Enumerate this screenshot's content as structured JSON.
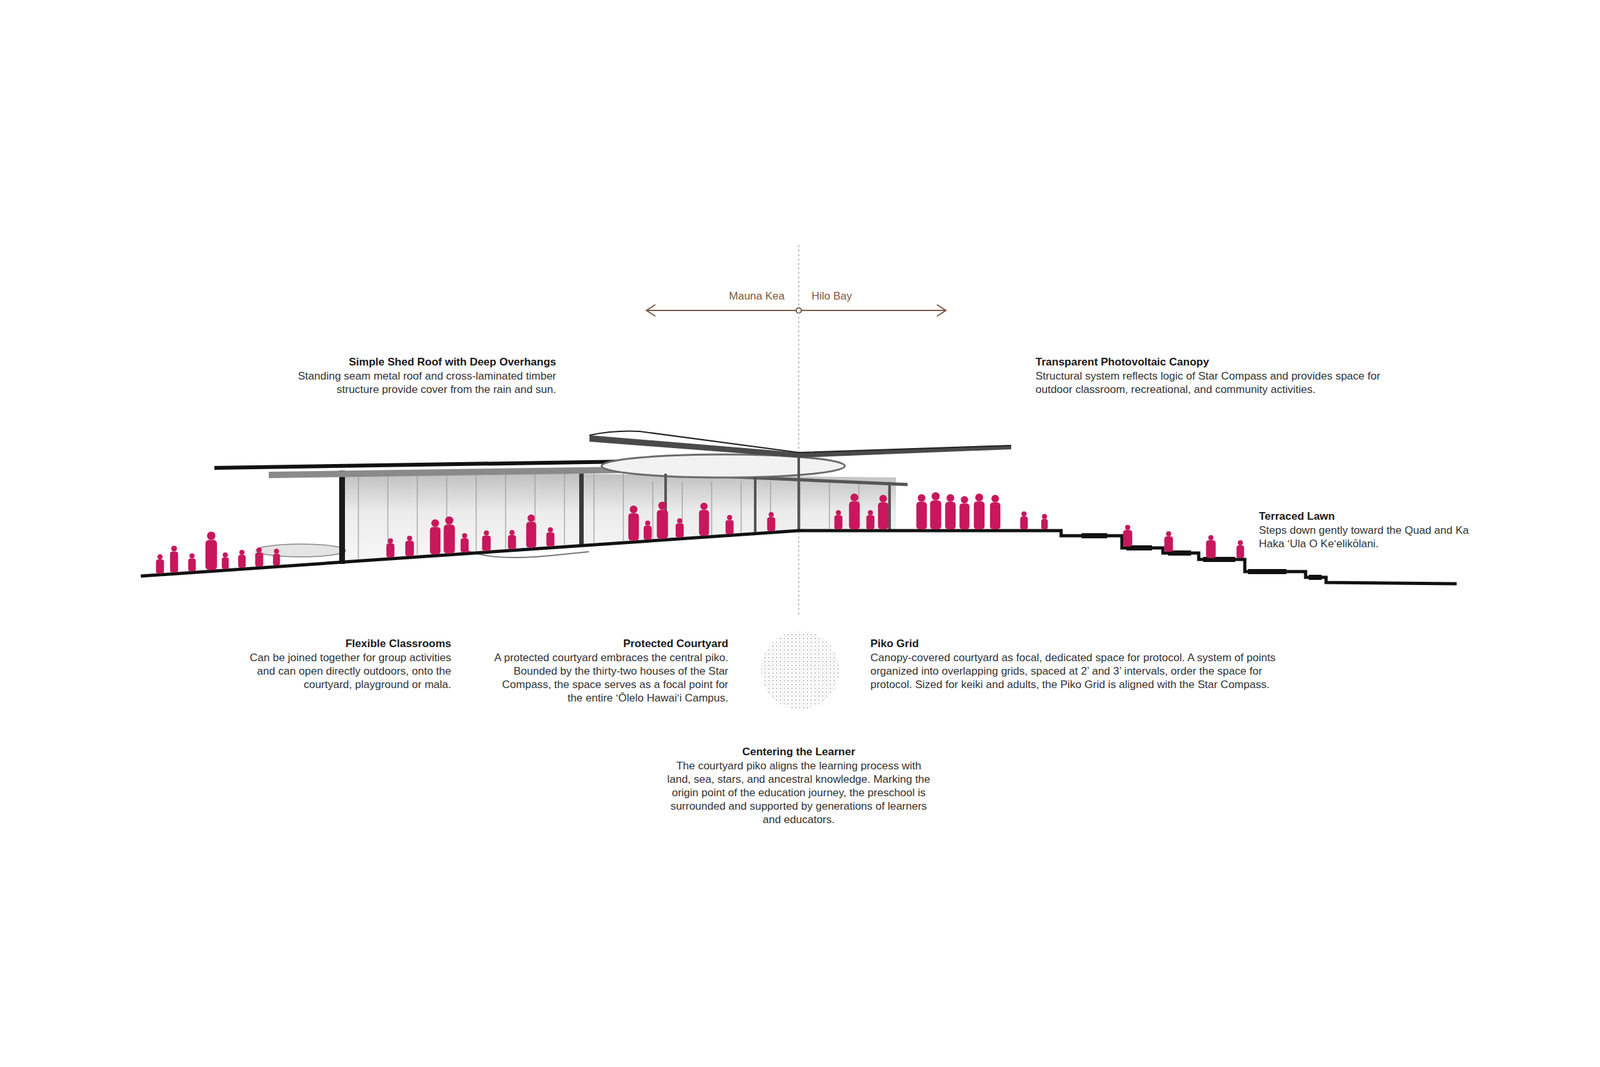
{
  "diagram": {
    "labels": [
      "Mauna Kea",
      "Hilo Bay",
      "Simple Shed Roof with Deep Overhangs",
      "Standing seam metal roof and cross-laminated timber structure provide cover from the rain and sun.",
      "Transparent Photovoltaic Canopy",
      "Structural system reflects logic of Star Compass and provides space for outdoor classroom, recreational, and community activities.",
      "Terraced Lawn",
      "Steps down gently toward the Quad and Ka Haka ʻUla O Keʻelikōlani.",
      "Flexible Classrooms",
      "Can be joined together for group activities and can open directly outdoors, onto the courtyard, playground or mala.",
      "Protected Courtyard",
      "A protected courtyard embraces the central piko. Bounded by the thirty-two houses of the Star Compass, the space serves as a focal point for the entire ʻŌlelo Hawaiʻi Campus.",
      "Piko Grid",
      "Canopy-covered courtyard as focal, dedicated space for protocol. A system of points organized into overlapping grids, spaced at 2’ and 3’ intervals, order the space for protocol. Sized for keiki and adults, the Piko Grid is aligned with the Star Compass.",
      "Centering the Learner",
      "The courtyard piko aligns the learning process with land, sea, stars, and ancestral knowledge. Marking the origin point of the education journey, the preschool is surrounded and supported by generations of learners and educators."
    ]
  }
}
